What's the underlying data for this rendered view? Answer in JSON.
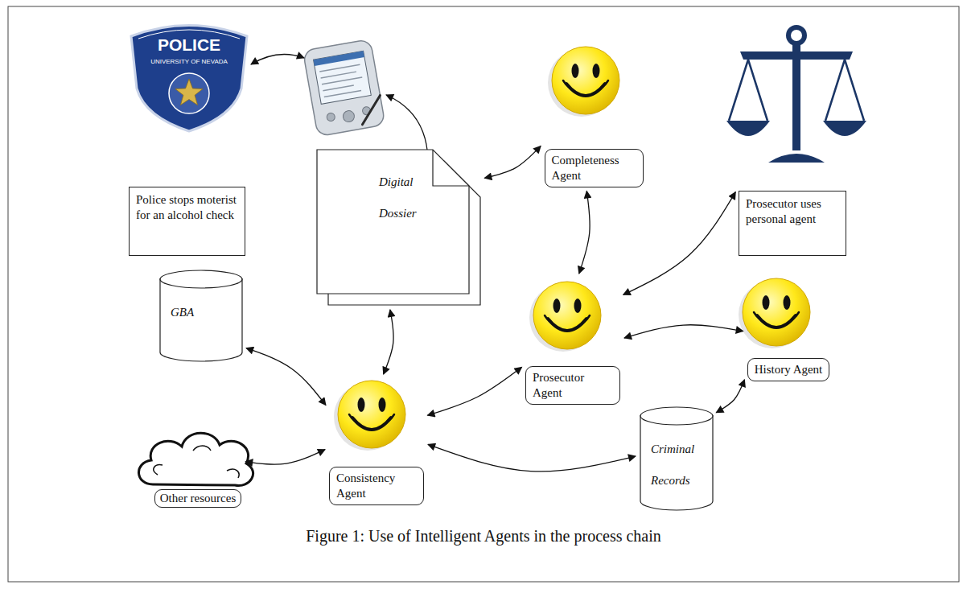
{
  "diagram": {
    "caption": "Figure 1: Use of Intelligent Agents in the process chain",
    "nodes": [
      {
        "text": [
          "Police stops moterist for an alcohol check"
        ]
      },
      {
        "text": [
          "Digital Dossier"
        ]
      },
      {
        "text": [
          "GBA"
        ]
      },
      {
        "text": [
          "Completeness Agent"
        ]
      },
      {
        "text": [
          "Prosecutor uses personal agent"
        ]
      },
      {
        "text": [
          "Prosecutor Agent"
        ]
      },
      {
        "text": [
          "History Agent"
        ]
      },
      {
        "text": [
          "Consistency Agent"
        ]
      },
      {
        "text": [
          "Other resources"
        ]
      },
      {
        "text": [
          "Criminal Records"
        ]
      }
    ],
    "edges": [
      {
        "from": 1,
        "to": 3,
        "arrow": "both"
      },
      {
        "from": 3,
        "to": 5,
        "arrow": "both"
      },
      {
        "from": 5,
        "to": 4,
        "arrow": "both"
      },
      {
        "from": 5,
        "to": 6,
        "arrow": "both"
      },
      {
        "from": 6,
        "to": 9,
        "arrow": "both"
      },
      {
        "from": 7,
        "to": 9,
        "arrow": "both"
      },
      {
        "from": 7,
        "to": 5,
        "arrow": "both"
      },
      {
        "from": 7,
        "to": 1,
        "arrow": "both"
      },
      {
        "from": 7,
        "to": 2,
        "arrow": "both"
      },
      {
        "from": 7,
        "to": 8,
        "arrow": "both"
      }
    ],
    "labels": [
      "POLICE",
      "UNIVERSITY OF NEVADA"
    ]
  }
}
